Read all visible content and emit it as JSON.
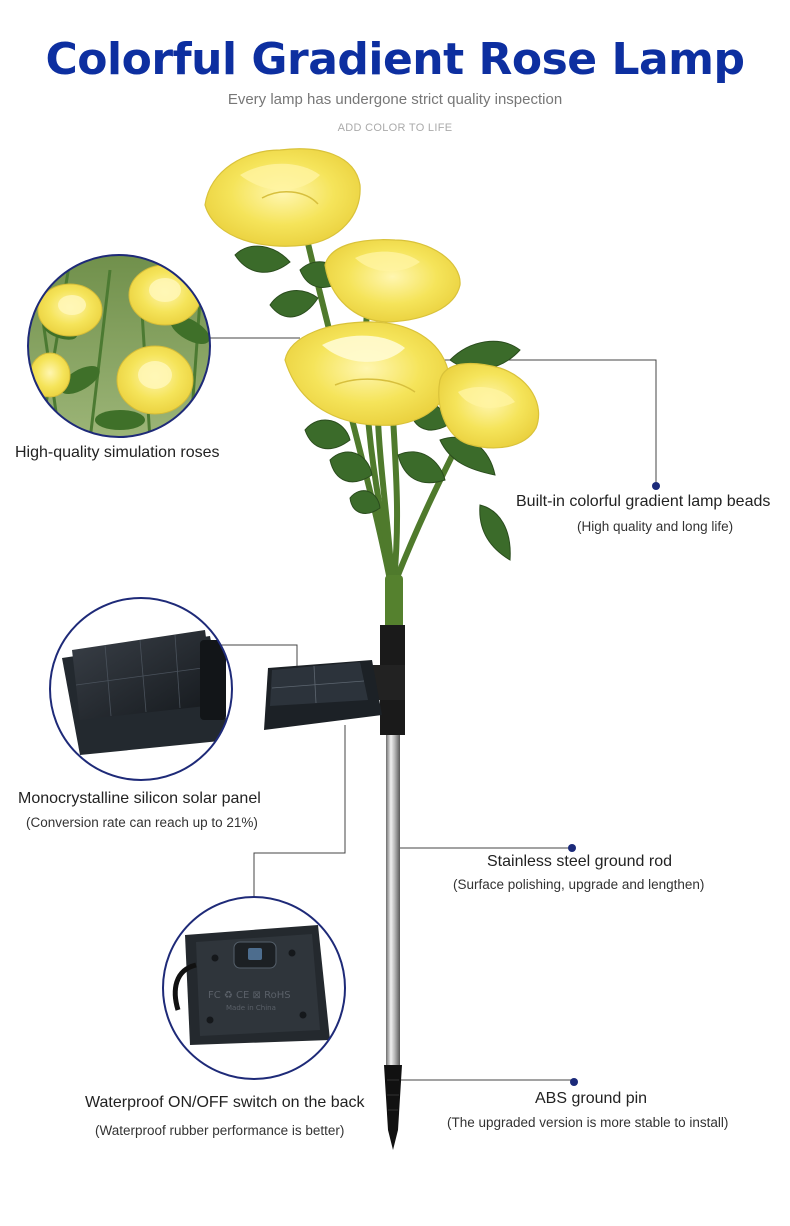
{
  "header": {
    "title": "Colorful Gradient Rose Lamp",
    "subtitle": "Every lamp has undergone strict quality inspection",
    "tagline": "ADD COLOR TO LIFE"
  },
  "callouts": [
    {
      "label": "High-quality simulation roses",
      "sub": ""
    },
    {
      "label": "Built-in colorful gradient lamp beads",
      "sub": "(High quality and long life)"
    },
    {
      "label": "Monocrystalline silicon solar panel",
      "sub": "(Conversion rate can reach up to 21%)"
    },
    {
      "label": "Stainless steel ground rod",
      "sub": "(Surface polishing, upgrade and lengthen)"
    },
    {
      "label": "Waterproof ON/OFF switch on the back",
      "sub": "(Waterproof rubber performance is better)"
    },
    {
      "label": "ABS ground pin",
      "sub": "(The upgraded version is more stable to install)"
    }
  ],
  "product_marks": {
    "certifications": "FC ♻ CE ⊠ RoHS",
    "origin": "Made in China"
  },
  "colors": {
    "title_blue": "#0d2fa0",
    "circle_border": "#1e2a78",
    "rose_yellow": "#f6e86a",
    "leaf_green": "#3b6b2a"
  }
}
